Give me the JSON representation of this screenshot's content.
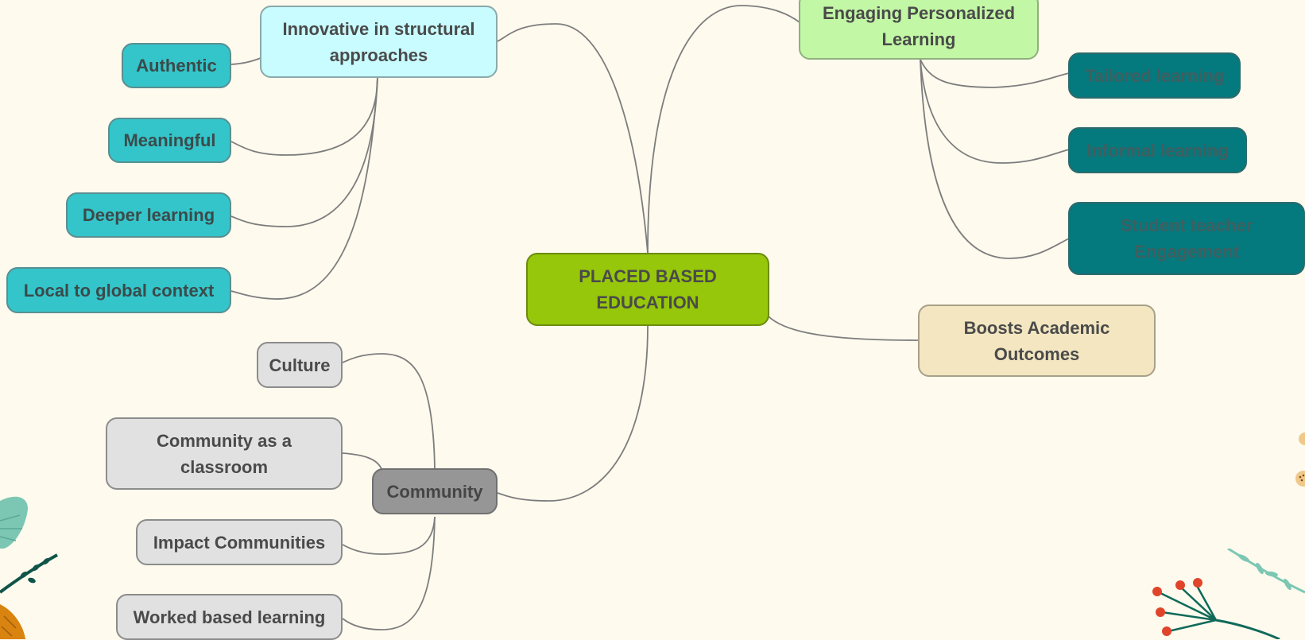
{
  "root": {
    "label": "PLACED BASED EDUCATION"
  },
  "branches": {
    "innovative": {
      "label": "Innovative in structural approaches",
      "children": [
        "Authentic",
        "Meaningful",
        "Deeper learning",
        "Local to global context"
      ]
    },
    "engaging": {
      "label": "Engaging Personalized Learning",
      "children": [
        "Tailored learning",
        "Informal learning",
        "Student teacher Engagement"
      ]
    },
    "boosts": {
      "label": "Boosts Academic Outcomes"
    },
    "community": {
      "label": "Community",
      "children": [
        "Culture",
        "Community as a classroom",
        "Impact Communities",
        "Worked based learning"
      ]
    }
  },
  "colors": {
    "background": "#fefaee",
    "root": "#96c70a",
    "innovative": "#c8fcff",
    "engaging": "#c2f7a5",
    "boosts": "#f3e6c0",
    "community": "#969696",
    "leaf_cyan": "#33c5ca",
    "leaf_teal": "#04797e",
    "leaf_gray": "#e1e1e1",
    "connector": "#7d7d7d"
  }
}
